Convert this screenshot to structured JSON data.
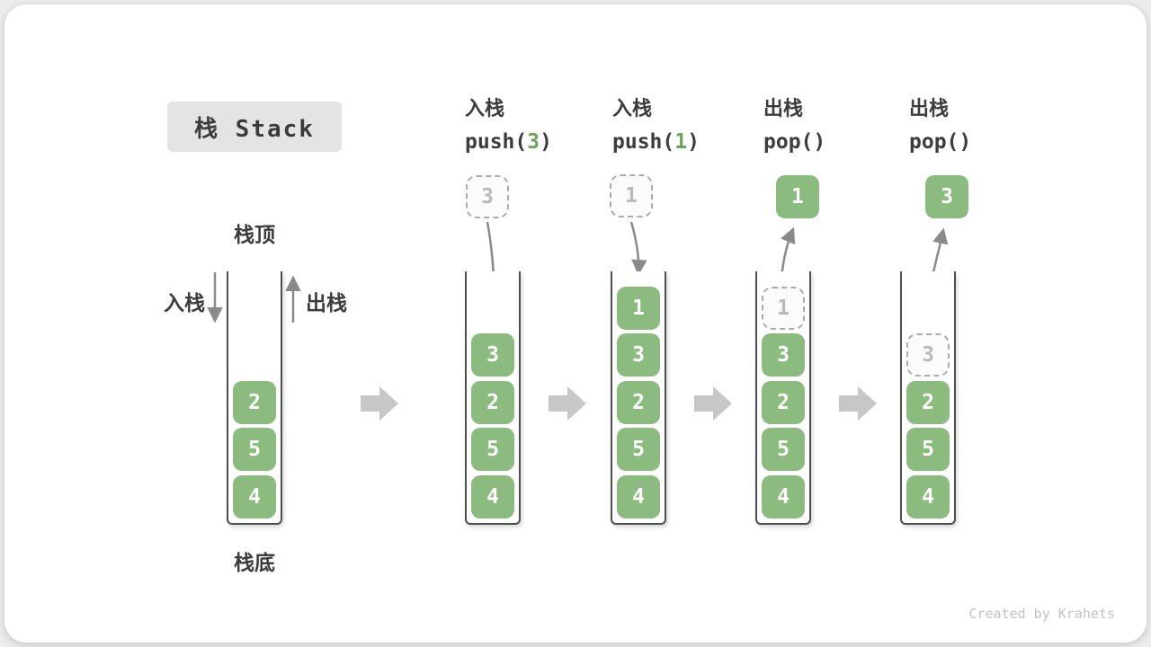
{
  "title": "栈 Stack",
  "side_labels": {
    "stack_top": "栈顶",
    "stack_bottom": "栈底",
    "push_label": "入栈",
    "pop_label": "出栈"
  },
  "steps": [
    {
      "name": "入栈",
      "code_pre": "push(",
      "code_arg": "3",
      "code_post": ")"
    },
    {
      "name": "入栈",
      "code_pre": "push(",
      "code_arg": "1",
      "code_post": ")"
    },
    {
      "name": "出栈",
      "code_pre": "pop(",
      "code_arg": "",
      "code_post": ")"
    },
    {
      "name": "出栈",
      "code_pre": "pop(",
      "code_arg": "",
      "code_post": ")"
    }
  ],
  "floating": [
    {
      "value": "3",
      "style": "dashed"
    },
    {
      "value": "1",
      "style": "dashed"
    },
    {
      "value": "1",
      "style": "solid"
    },
    {
      "value": "3",
      "style": "solid"
    }
  ],
  "stacks": [
    {
      "cells": [
        {
          "value": "2",
          "style": "solid"
        },
        {
          "value": "5",
          "style": "solid"
        },
        {
          "value": "4",
          "style": "solid"
        }
      ]
    },
    {
      "cells": [
        {
          "value": "3",
          "style": "solid"
        },
        {
          "value": "2",
          "style": "solid"
        },
        {
          "value": "5",
          "style": "solid"
        },
        {
          "value": "4",
          "style": "solid"
        }
      ]
    },
    {
      "cells": [
        {
          "value": "1",
          "style": "solid"
        },
        {
          "value": "3",
          "style": "solid"
        },
        {
          "value": "2",
          "style": "solid"
        },
        {
          "value": "5",
          "style": "solid"
        },
        {
          "value": "4",
          "style": "solid"
        }
      ]
    },
    {
      "cells": [
        {
          "value": "1",
          "style": "dashed"
        },
        {
          "value": "3",
          "style": "solid"
        },
        {
          "value": "2",
          "style": "solid"
        },
        {
          "value": "5",
          "style": "solid"
        },
        {
          "value": "4",
          "style": "solid"
        }
      ]
    },
    {
      "cells": [
        {
          "value": "3",
          "style": "dashed"
        },
        {
          "value": "2",
          "style": "solid"
        },
        {
          "value": "5",
          "style": "solid"
        },
        {
          "value": "4",
          "style": "solid"
        }
      ]
    }
  ],
  "watermark": "Created by Krahets",
  "colors": {
    "cell_green": "#8cbb7f",
    "code_arg_green": "#6fa35c",
    "arrow_gray": "#8a8a8a",
    "block_arrow_gray": "#c7c7c7",
    "dashed_gray": "#ababab",
    "title_bg": "#e4e4e4",
    "text_dark": "#3c3c3c"
  }
}
